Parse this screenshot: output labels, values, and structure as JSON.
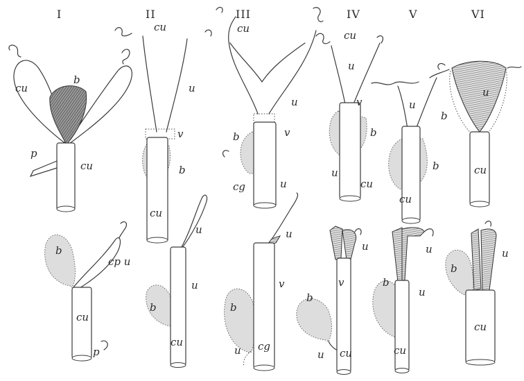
{
  "figure_numbers": [
    "I",
    "II",
    "III",
    "IV",
    "V",
    "VI"
  ],
  "labels": {
    "cu": "cu",
    "b": "b",
    "p": "p",
    "u": "u",
    "v": "v",
    "cg": "cg",
    "cpu": "cp u",
    "ccu": "c u"
  }
}
